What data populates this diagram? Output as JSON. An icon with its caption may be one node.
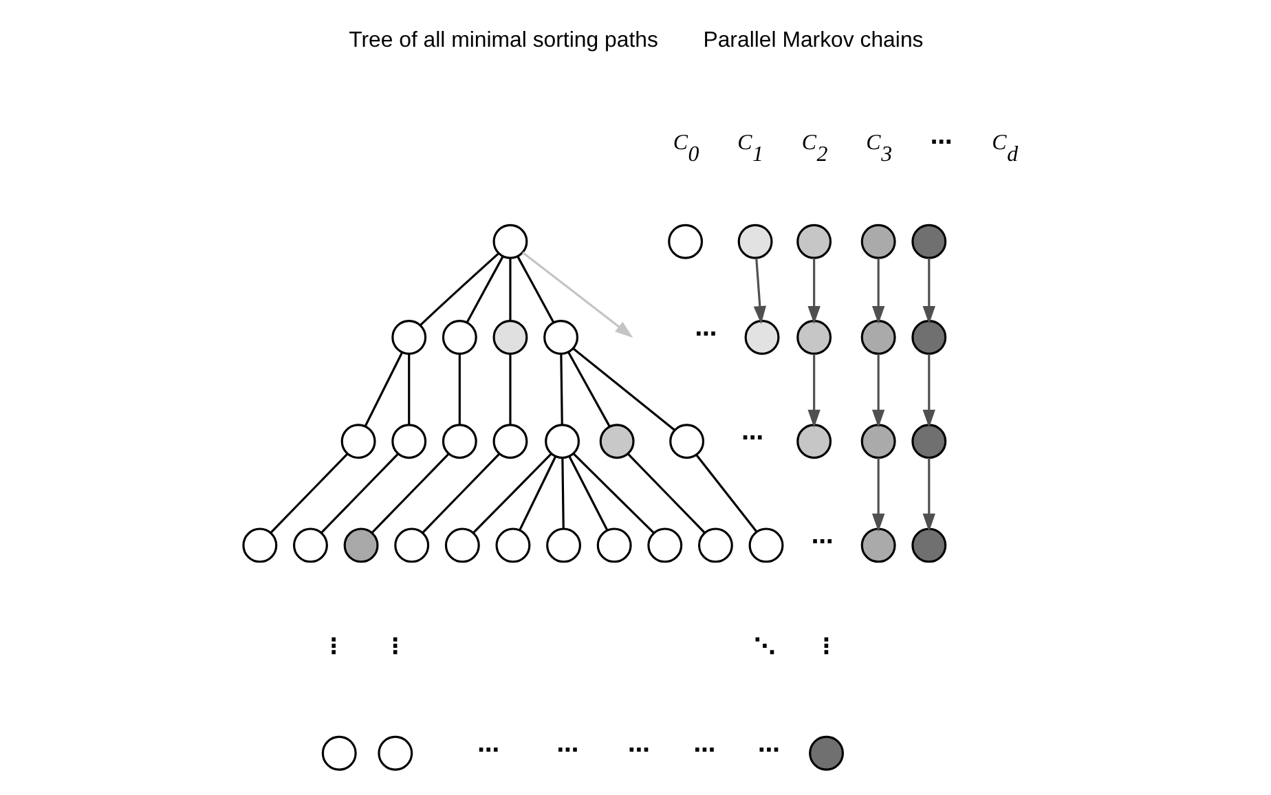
{
  "diagram": {
    "nodes": [
      {
        "text": [],
        "shape": "circle"
      },
      {
        "text": [],
        "shape": "circle"
      },
      {
        "text": [],
        "shape": "circle"
      },
      {
        "text": [],
        "shape": "circle"
      },
      {
        "text": [],
        "shape": "circle"
      },
      {
        "text": [],
        "shape": "circle"
      },
      {
        "text": [],
        "shape": "circle"
      },
      {
        "text": [],
        "shape": "circle"
      },
      {
        "text": [],
        "shape": "circle"
      },
      {
        "text": [],
        "shape": "circle"
      },
      {
        "text": [],
        "shape": "circle"
      },
      {
        "text": [],
        "shape": "circle"
      },
      {
        "text": [],
        "shape": "circle"
      },
      {
        "text": [],
        "shape": "circle"
      },
      {
        "text": [],
        "shape": "circle"
      },
      {
        "text": [],
        "shape": "circle"
      },
      {
        "text": [],
        "shape": "circle"
      },
      {
        "text": [],
        "shape": "circle"
      },
      {
        "text": [],
        "shape": "circle"
      },
      {
        "text": [],
        "shape": "circle"
      },
      {
        "text": [],
        "shape": "circle"
      },
      {
        "text": [],
        "shape": "circle"
      },
      {
        "text": [],
        "shape": "circle"
      },
      {
        "text": [],
        "shape": "circle"
      },
      {
        "text": [],
        "shape": "circle"
      },
      {
        "text": [],
        "shape": "circle"
      },
      {
        "text": [],
        "shape": "circle"
      },
      {
        "text": [],
        "shape": "circle"
      },
      {
        "text": [],
        "shape": "circle"
      },
      {
        "text": [],
        "shape": "circle"
      },
      {
        "text": [],
        "shape": "circle"
      },
      {
        "text": [],
        "shape": "circle"
      },
      {
        "text": [],
        "shape": "circle"
      },
      {
        "text": [],
        "shape": "circle"
      },
      {
        "text": [],
        "shape": "circle"
      },
      {
        "text": [],
        "shape": "circle"
      },
      {
        "text": [],
        "shape": "circle"
      },
      {
        "text": [],
        "shape": "circle"
      },
      {
        "text": [],
        "shape": "circle"
      },
      {
        "text": [],
        "shape": "circle"
      }
    ],
    "edges": [
      {
        "from": 0,
        "to": 1,
        "arrow": "none"
      },
      {
        "from": 0,
        "to": 2,
        "arrow": "none"
      },
      {
        "from": 0,
        "to": 3,
        "arrow": "none"
      },
      {
        "from": 0,
        "to": 4,
        "arrow": "none"
      },
      {
        "from": 0,
        "to": null,
        "arrow": "to",
        "color": "#c4c4c4"
      },
      {
        "from": 1,
        "to": 5,
        "arrow": "none"
      },
      {
        "from": 1,
        "to": 6,
        "arrow": "none"
      },
      {
        "from": 2,
        "to": 7,
        "arrow": "none"
      },
      {
        "from": 3,
        "to": 8,
        "arrow": "none"
      },
      {
        "from": 4,
        "to": 9,
        "arrow": "none"
      },
      {
        "from": 4,
        "to": 10,
        "arrow": "none"
      },
      {
        "from": 4,
        "to": 11,
        "arrow": "none"
      },
      {
        "from": 5,
        "to": 12,
        "arrow": "none"
      },
      {
        "from": 6,
        "to": 13,
        "arrow": "none"
      },
      {
        "from": 7,
        "to": 14,
        "arrow": "none"
      },
      {
        "from": 8,
        "to": 15,
        "arrow": "none"
      },
      {
        "from": 9,
        "to": 16,
        "arrow": "none"
      },
      {
        "from": 9,
        "to": 17,
        "arrow": "none"
      },
      {
        "from": 9,
        "to": 18,
        "arrow": "none"
      },
      {
        "from": 9,
        "to": 19,
        "arrow": "none"
      },
      {
        "from": 9,
        "to": 20,
        "arrow": "none"
      },
      {
        "from": 10,
        "to": 21,
        "arrow": "none"
      },
      {
        "from": 11,
        "to": 22,
        "arrow": "none"
      },
      {
        "from": 26,
        "to": 27,
        "arrow": "to",
        "color": "#505050"
      },
      {
        "from": 28,
        "to": 29,
        "arrow": "to",
        "color": "#505050"
      },
      {
        "from": 29,
        "to": 30,
        "arrow": "to",
        "color": "#505050"
      },
      {
        "from": 31,
        "to": 32,
        "arrow": "to",
        "color": "#505050"
      },
      {
        "from": 32,
        "to": 33,
        "arrow": "to",
        "color": "#505050"
      },
      {
        "from": 33,
        "to": 34,
        "arrow": "to",
        "color": "#505050"
      },
      {
        "from": 35,
        "to": 36,
        "arrow": "to",
        "color": "#505050"
      },
      {
        "from": 36,
        "to": 37,
        "arrow": "to",
        "color": "#505050"
      },
      {
        "from": 37,
        "to": 38,
        "arrow": "to",
        "color": "#505050"
      }
    ],
    "labels": [
      "Tree of all minimal sorting paths",
      "Parallel Markov chains",
      "C$_{0}$",
      "C$_{1}$",
      "C$_{2}$",
      "C$_{3}$",
      "⋯",
      "C$_{d}$",
      "⋯",
      "⋯",
      "⋯",
      "⋮",
      "⋮",
      "⋱",
      "⋮",
      "⋯",
      "⋯",
      "⋯",
      "⋯",
      "⋯"
    ]
  }
}
